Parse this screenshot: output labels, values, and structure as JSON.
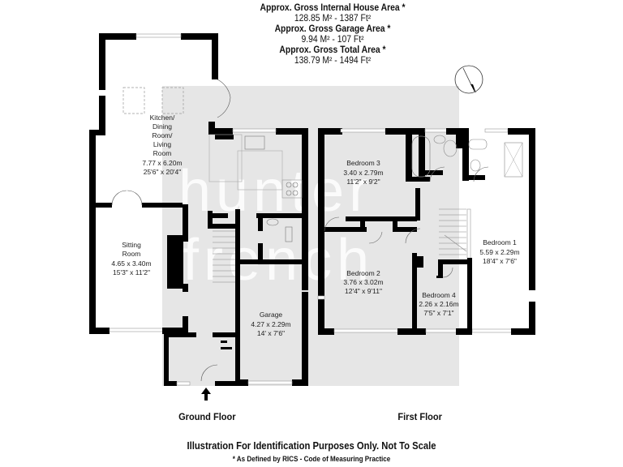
{
  "areas": {
    "house_label": "Approx. Gross Internal House Area *",
    "house_value": "128.85 M² - 1387 Ft²",
    "garage_label": "Approx. Gross Garage Area *",
    "garage_value": "9.94 M² - 107 Ft²",
    "total_label": "Approx. Gross Total Area *",
    "total_value": "138.79 M² - 1494 Ft²"
  },
  "watermark": {
    "line1": "hunter",
    "line2": "french"
  },
  "compass": {
    "icon": "compass-north-arrow-icon"
  },
  "ground_floor": {
    "label": "Ground Floor",
    "rooms": [
      {
        "name_lines": [
          "Kitchen/",
          "Dining",
          "Room/",
          "Living",
          "Room"
        ],
        "metric": "7.77 x 6.20m",
        "imperial": "25'6\" x 20'4\""
      },
      {
        "name_lines": [
          "Sitting",
          "Room"
        ],
        "metric": "4.65 x 3.40m",
        "imperial": "15'3\" x 11'2\""
      },
      {
        "name_lines": [
          "Garage"
        ],
        "metric": "4.27 x 2.29m",
        "imperial": "14' x 7'6\""
      }
    ],
    "entrance_icon": "entrance-arrow-icon"
  },
  "first_floor": {
    "label": "First Floor",
    "rooms": [
      {
        "name_lines": [
          "Bedroom 3"
        ],
        "metric": "3.40 x 2.79m",
        "imperial": "11'2\" x 9'2\""
      },
      {
        "name_lines": [
          "Bedroom 2"
        ],
        "metric": "3.76 x 3.02m",
        "imperial": "12'4\" x 9'11\""
      },
      {
        "name_lines": [
          "Bedroom 4"
        ],
        "metric": "2.26 x 2.16m",
        "imperial": "7'5\" x 7'1\""
      },
      {
        "name_lines": [
          "Bedroom 1"
        ],
        "metric": "5.59 x 2.29m",
        "imperial": "18'4\" x 7'6\""
      }
    ]
  },
  "footer": {
    "disclaimer": "Illustration For Identification Purposes Only. Not To Scale",
    "note": "* As Defined by RICS - Code of Measuring Practice"
  }
}
